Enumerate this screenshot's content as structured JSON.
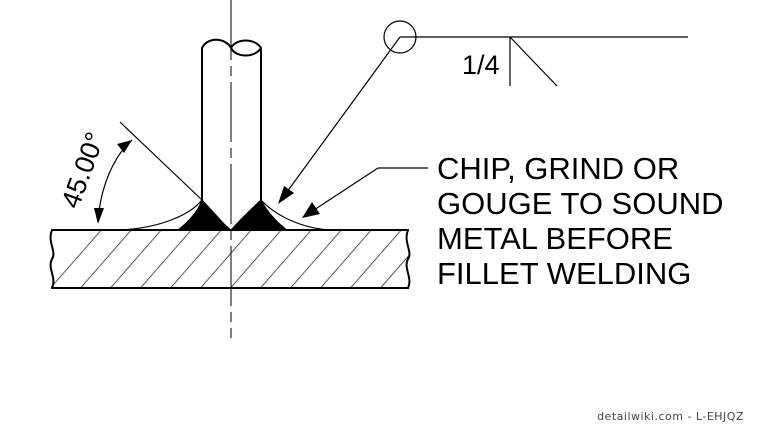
{
  "note": {
    "lines": [
      "CHIP, GRIND OR",
      "GOUGE TO SOUND",
      "METAL BEFORE",
      "FILLET WELDING"
    ]
  },
  "weld_symbol": {
    "size_label": "1/4"
  },
  "angle_dimension": {
    "label": "45.00°"
  },
  "credit": {
    "text": "detailwiki.com - L-EHJQZ"
  }
}
